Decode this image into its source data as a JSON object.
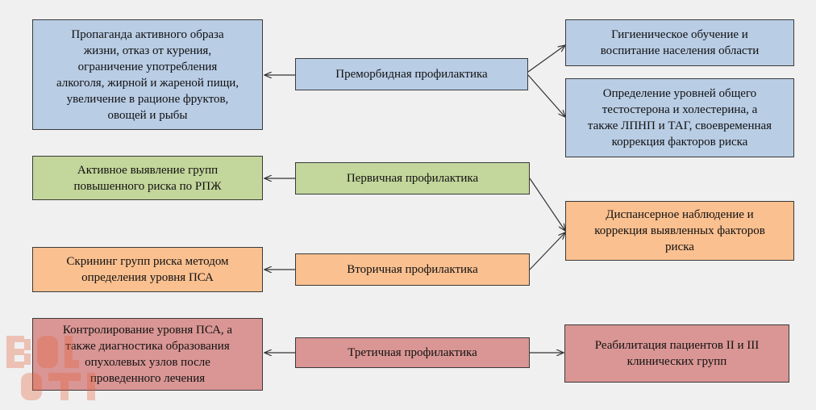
{
  "colors": {
    "blue": "#b9cde5",
    "green": "#c3d69b",
    "orange": "#fac090",
    "red": "#d99694",
    "border": "#3a3a3a",
    "background": "#f0f0f0"
  },
  "center": {
    "premorbid": "Преморбидная профилактика",
    "primary": "Первичная профилактика",
    "secondary": "Вторичная профилактика",
    "tertiary": "Третичная профилактика"
  },
  "left": {
    "premorbid": "Пропаганда активного образа\nжизни, отказ от курения,\nограничение употребления\nалкоголя, жирной и жареной пищи,\nувеличение в рационе фруктов,\nовощей и рыбы",
    "primary": "Активное выявление групп\nповышенного риска по РПЖ",
    "secondary": "Скрининг групп риска методом\nопределения уровня ПСА",
    "tertiary": "Контролирование уровня ПСА, а\nтакже диагностика образования\nопухолевых узлов после\nпроведенного лечения"
  },
  "right": {
    "hygiene": "Гигиеническое обучение и\nвоспитание населения области",
    "testosterone": "Определение уровней общего\nтестостерона и холестерина, а\nтакже ЛПНП и ТАГ, своевременная\nкоррекция факторов риска",
    "dispensary": "Диспансерное наблюдение и\nкоррекция выявленных факторов\nриска",
    "rehab": "Реабилитация пациентов II и III\nклинических групп"
  }
}
